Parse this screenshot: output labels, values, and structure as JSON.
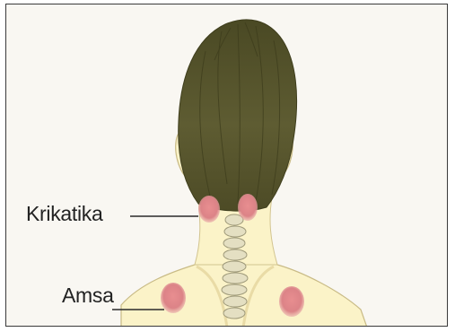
{
  "labels": {
    "krikatika": "Krikatika",
    "amsa": "Amsa"
  },
  "colors": {
    "skin": "#fbf3c8",
    "skin_shadow": "#e8dca4",
    "hair": "#5b5a30",
    "hair_dark": "#3f3e1d",
    "marma_point": "#e0878b",
    "spine": "#c8c3a6",
    "background": "#f9f7f2"
  },
  "icons": {
    "figure": "head-and-shoulders-back-view"
  }
}
